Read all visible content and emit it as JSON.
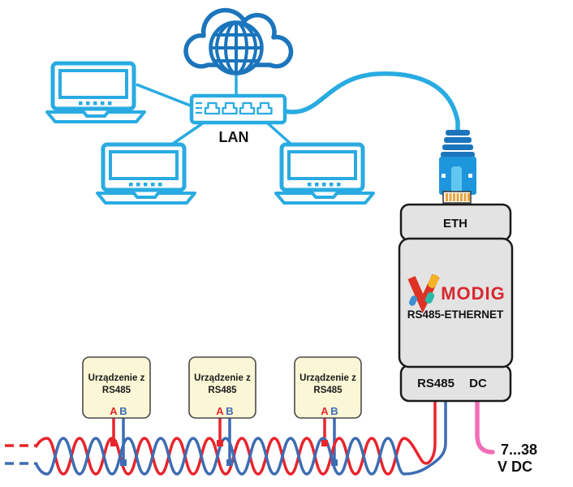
{
  "lan": {
    "label": "LAN"
  },
  "converter": {
    "eth_port_label": "ETH",
    "brand": "MODIG",
    "model": "RS485-ETHERNET",
    "rs485_port_label": "RS485",
    "dc_port_label": "DC"
  },
  "power_supply": {
    "range_line1": "7...38",
    "range_line2": "V DC"
  },
  "rs485_devices": [
    {
      "name_line1": "Urządzenie z",
      "name_line2": "RS485",
      "terminal_a": "A",
      "terminal_b": "B"
    },
    {
      "name_line1": "Urządzenie z",
      "name_line2": "RS485",
      "terminal_a": "A",
      "terminal_b": "B"
    },
    {
      "name_line1": "Urządzenie z",
      "name_line2": "RS485",
      "terminal_a": "A",
      "terminal_b": "B"
    }
  ],
  "colors": {
    "network_cyan": "#29ABE2",
    "internet_blue": "#1B75BC",
    "wire_a_red": "#E8242C",
    "wire_b_blue": "#3D6CB3",
    "dc_pink": "#F06EB8",
    "brand_red": "#D7282F",
    "device_fill": "#E3E3E3",
    "box_fill": "#FBF7D6"
  }
}
